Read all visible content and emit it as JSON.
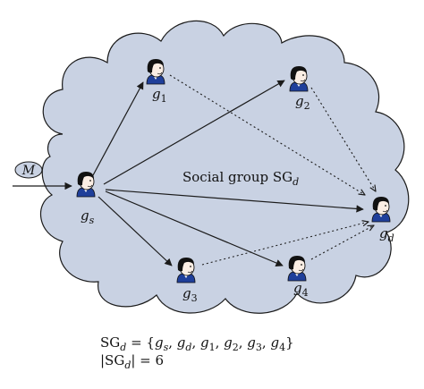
{
  "title": "Social group SG",
  "title_subscript": "d",
  "message_label": "M",
  "nodes": {
    "gs": {
      "letter": "g",
      "sub": "s"
    },
    "g1": {
      "letter": "g",
      "sub": "1"
    },
    "g2": {
      "letter": "g",
      "sub": "2"
    },
    "g3": {
      "letter": "g",
      "sub": "3"
    },
    "g4": {
      "letter": "g",
      "sub": "4"
    },
    "gd": {
      "letter": "g",
      "sub": "d"
    }
  },
  "formula_set": {
    "lhs": "SG",
    "lhs_sub": "d",
    "eq_open": " = {",
    "members": [
      {
        "letter": "g",
        "sub": "s"
      },
      {
        "letter": "g",
        "sub": "d"
      },
      {
        "letter": "g",
        "sub": "1"
      },
      {
        "letter": "g",
        "sub": "2"
      },
      {
        "letter": "g",
        "sub": "3"
      },
      {
        "letter": "g",
        "sub": "4"
      }
    ],
    "separator": ", ",
    "close": "}"
  },
  "formula_size": {
    "bar_open": "|SG",
    "sub": "d",
    "bar_close": "| = ",
    "value": "6"
  },
  "colors": {
    "cloud_fill": "#c9d2e3",
    "cloud_stroke": "#1b1b1b",
    "arrow": "#1b1b1b",
    "shirt": "#1f3f9a"
  },
  "icons": {
    "person": "person-icon"
  }
}
